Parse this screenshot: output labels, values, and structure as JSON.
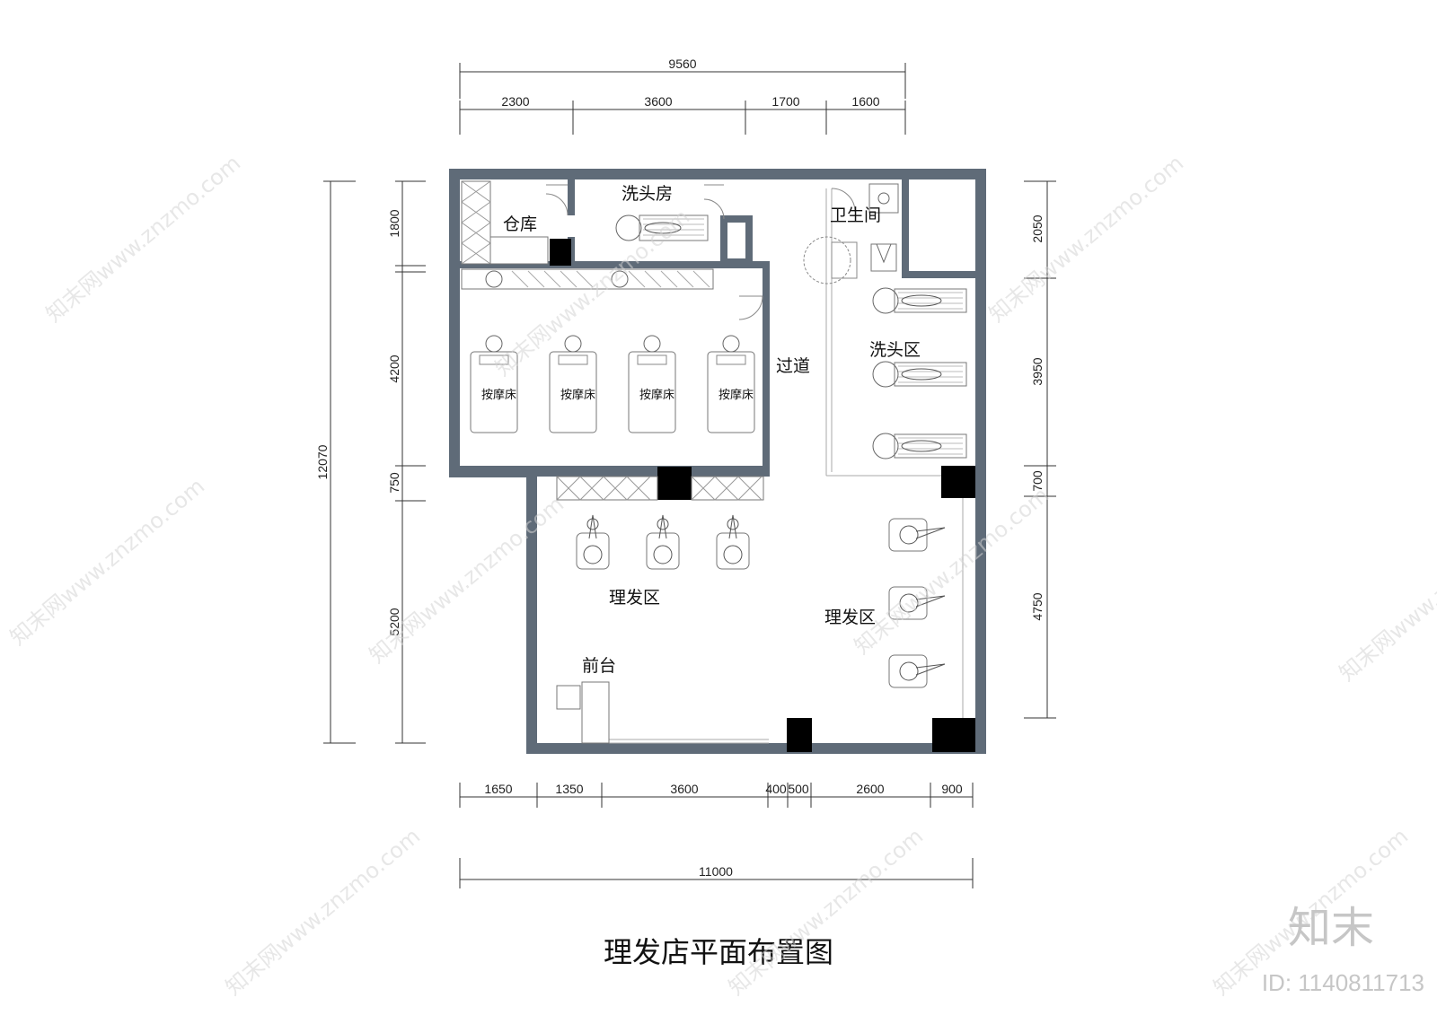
{
  "title": "理发店平面布置图",
  "dimensions": {
    "top_total": "9560",
    "top_segments": [
      "2300",
      "3600",
      "1700",
      "1600"
    ],
    "bottom_segments": [
      "1650",
      "1350",
      "3600",
      "400",
      "500",
      "2600",
      "900"
    ],
    "bottom_total": "11000",
    "left_total": "12070",
    "left_segments": [
      "1800",
      "4200",
      "750",
      "5200"
    ],
    "right_segments": [
      "2050",
      "3950",
      "700",
      "4750"
    ]
  },
  "rooms": {
    "storage": "仓库",
    "wash_room": "洗头房",
    "toilet": "卫生间",
    "corridor": "过道",
    "wash_area": "洗头区",
    "haircut_area_left": "理发区",
    "haircut_area_right": "理发区",
    "reception": "前台",
    "massage_bed": "按摩床"
  },
  "watermark": {
    "brand": "知末",
    "id": "ID: 1140811713",
    "repeat_text": "知末网www.znzmo.com"
  },
  "colors": {
    "wall": "#5f6b78",
    "column": "#000000",
    "line": "#333333"
  }
}
